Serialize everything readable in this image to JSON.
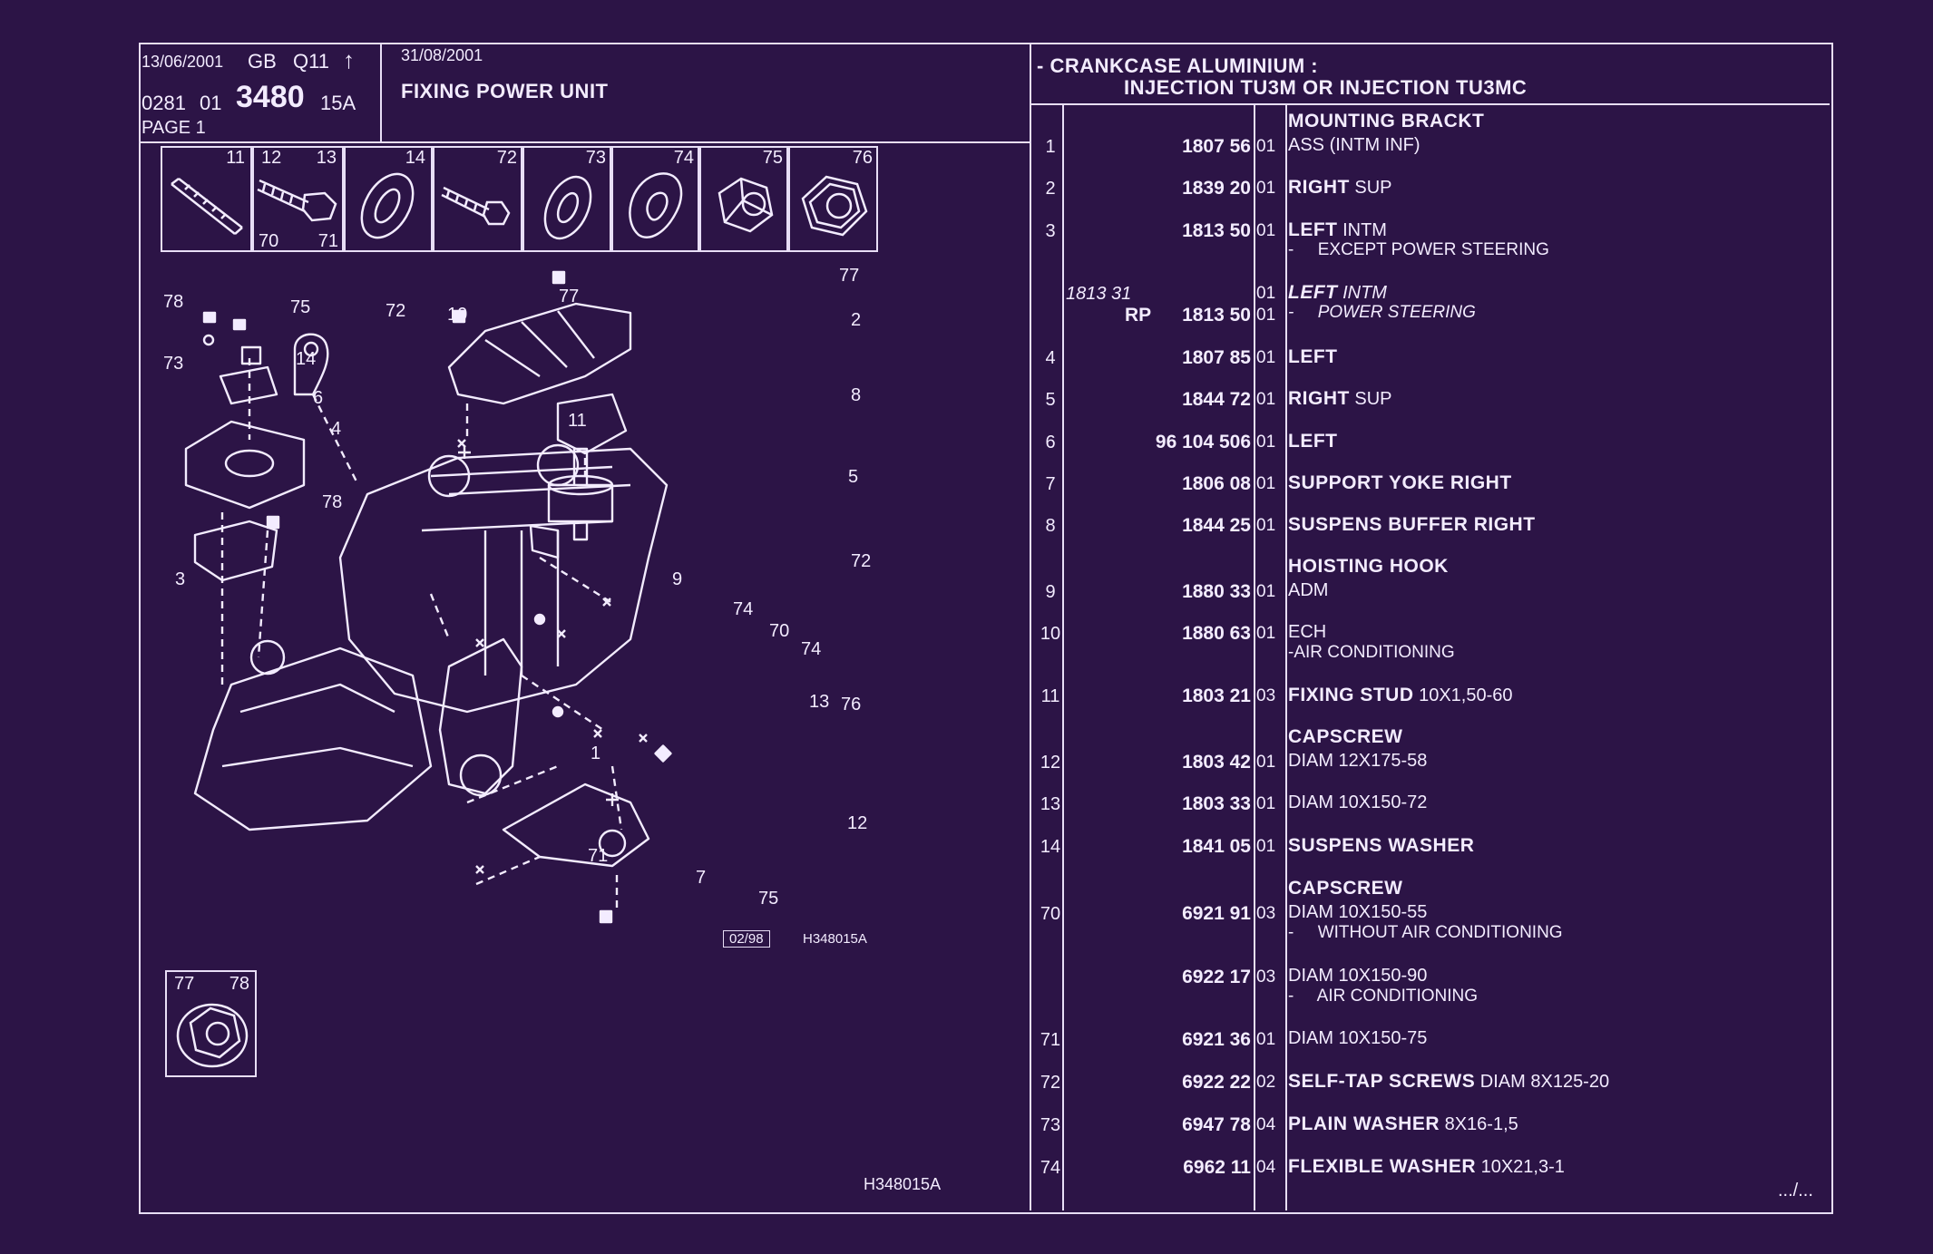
{
  "header": {
    "date1": "13/06/2001",
    "country": "GB",
    "code": "Q11",
    "ref_a": "0281",
    "ref_b": "01",
    "ref_main": "3480",
    "ref_suffix": "15A",
    "page": "PAGE 1",
    "date2": "31/08/2001",
    "title": "FIXING POWER UNIT",
    "section_line1": "- CRANKCASE ALUMINIUM :",
    "section_line2": "INJECTION TU3M OR  INJECTION TU3MC"
  },
  "thumbnails": [
    {
      "refs": [
        "11"
      ]
    },
    {
      "refs": [
        "12",
        "13",
        "70",
        "71"
      ]
    },
    {
      "refs": [
        "14"
      ]
    },
    {
      "refs": [
        "72"
      ]
    },
    {
      "refs": [
        "73"
      ]
    },
    {
      "refs": [
        "74"
      ]
    },
    {
      "refs": [
        "75"
      ]
    },
    {
      "refs": [
        "76"
      ]
    }
  ],
  "inset": {
    "refs": [
      "77",
      "78"
    ]
  },
  "diagram": {
    "date_box": "02/98",
    "code": "H348015A",
    "footer_code": "H348015A",
    "callouts": [
      "78",
      "75",
      "73",
      "14",
      "6",
      "4",
      "78",
      "3",
      "72",
      "10",
      "77",
      "11",
      "77",
      "2",
      "8",
      "5",
      "9",
      "72",
      "74",
      "70",
      "74",
      "13",
      "76",
      "1",
      "12",
      "71",
      "7",
      "75"
    ]
  },
  "parts": [
    {
      "idx": "1",
      "header": "MOUNTING BRACKT",
      "pno": "1807 56",
      "qty": "01",
      "desc": "ASS (INTM INF)"
    },
    {
      "idx": "2",
      "pno": "1839 20",
      "qty": "01",
      "bold": "RIGHT",
      "desc": "SUP"
    },
    {
      "idx": "3",
      "pno": "1813 50",
      "qty": "01",
      "bold": "LEFT",
      "desc": "INTM",
      "sub": "-     EXCEPT POWER STEERING"
    },
    {
      "idx": "",
      "alt_pno": "1813 31",
      "rp": "RP",
      "pno": "1813 50",
      "qty1": "01",
      "qty": "01",
      "bold": "LEFT",
      "desc": "INTM",
      "sub": "-     POWER STEERING"
    },
    {
      "idx": "4",
      "pno": "1807 85",
      "qty": "01",
      "bold": "LEFT",
      "desc": ""
    },
    {
      "idx": "5",
      "pno": "1844 72",
      "qty": "01",
      "bold": "RIGHT",
      "desc": "SUP"
    },
    {
      "idx": "6",
      "pno": "96 104 506",
      "qty": "01",
      "bold": "LEFT",
      "desc": ""
    },
    {
      "idx": "7",
      "pno": "1806 08",
      "qty": "01",
      "bold": "SUPPORT YOKE RIGHT",
      "desc": ""
    },
    {
      "idx": "8",
      "pno": "1844 25",
      "qty": "01",
      "bold": "SUSPENS BUFFER RIGHT",
      "desc": ""
    },
    {
      "idx": "9",
      "header": "HOISTING HOOK",
      "pno": "1880 33",
      "qty": "01",
      "desc": "ADM"
    },
    {
      "idx": "10",
      "pno": "1880 63",
      "qty": "01",
      "desc": "ECH",
      "sub": "-AIR CONDITIONING"
    },
    {
      "idx": "11",
      "pno": "1803 21",
      "qty": "03",
      "bold": "FIXING STUD",
      "desc": "10X1,50-60"
    },
    {
      "idx": "12",
      "header": "CAPSCREW",
      "pno": "1803 42",
      "qty": "01",
      "desc": "DIAM 12X175-58"
    },
    {
      "idx": "13",
      "pno": "1803 33",
      "qty": "01",
      "desc": "DIAM 10X150-72"
    },
    {
      "idx": "14",
      "pno": "1841 05",
      "qty": "01",
      "bold": "SUSPENS WASHER",
      "desc": ""
    },
    {
      "idx": "70",
      "header": "CAPSCREW",
      "pno": "6921 91",
      "qty": "03",
      "desc": "DIAM 10X150-55",
      "sub": "-     WITHOUT AIR CONDITIONING"
    },
    {
      "idx": "",
      "pno": "6922 17",
      "qty": "03",
      "desc": "DIAM 10X150-90",
      "sub": "-     AIR CONDITIONING"
    },
    {
      "idx": "71",
      "pno": "6921 36",
      "qty": "01",
      "desc": "DIAM 10X150-75"
    },
    {
      "idx": "72",
      "pno": "6922 22",
      "qty": "02",
      "bold": "SELF-TAP SCREWS",
      "desc": "DIAM 8X125-20"
    },
    {
      "idx": "73",
      "pno": "6947 78",
      "qty": "04",
      "bold": "PLAIN WASHER",
      "desc": "8X16-1,5"
    },
    {
      "idx": "74",
      "pno": "6962 11",
      "qty": "04",
      "bold": "FLEXIBLE WASHER",
      "desc": "10X21,3-1"
    }
  ],
  "continued": ".../..."
}
